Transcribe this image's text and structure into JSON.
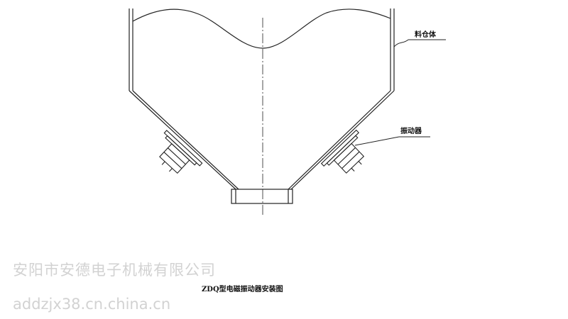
{
  "labels": {
    "hopper_body": "料仓体",
    "vibrator": "振动器"
  },
  "caption": "ZDQ型电磁振动器安装图",
  "watermark": {
    "company": "安阳市安德电子机械有限公司",
    "url": "addzjx38.cn.china.cn"
  },
  "colors": {
    "line": "#222222",
    "watermark": "#d2d2d2"
  }
}
